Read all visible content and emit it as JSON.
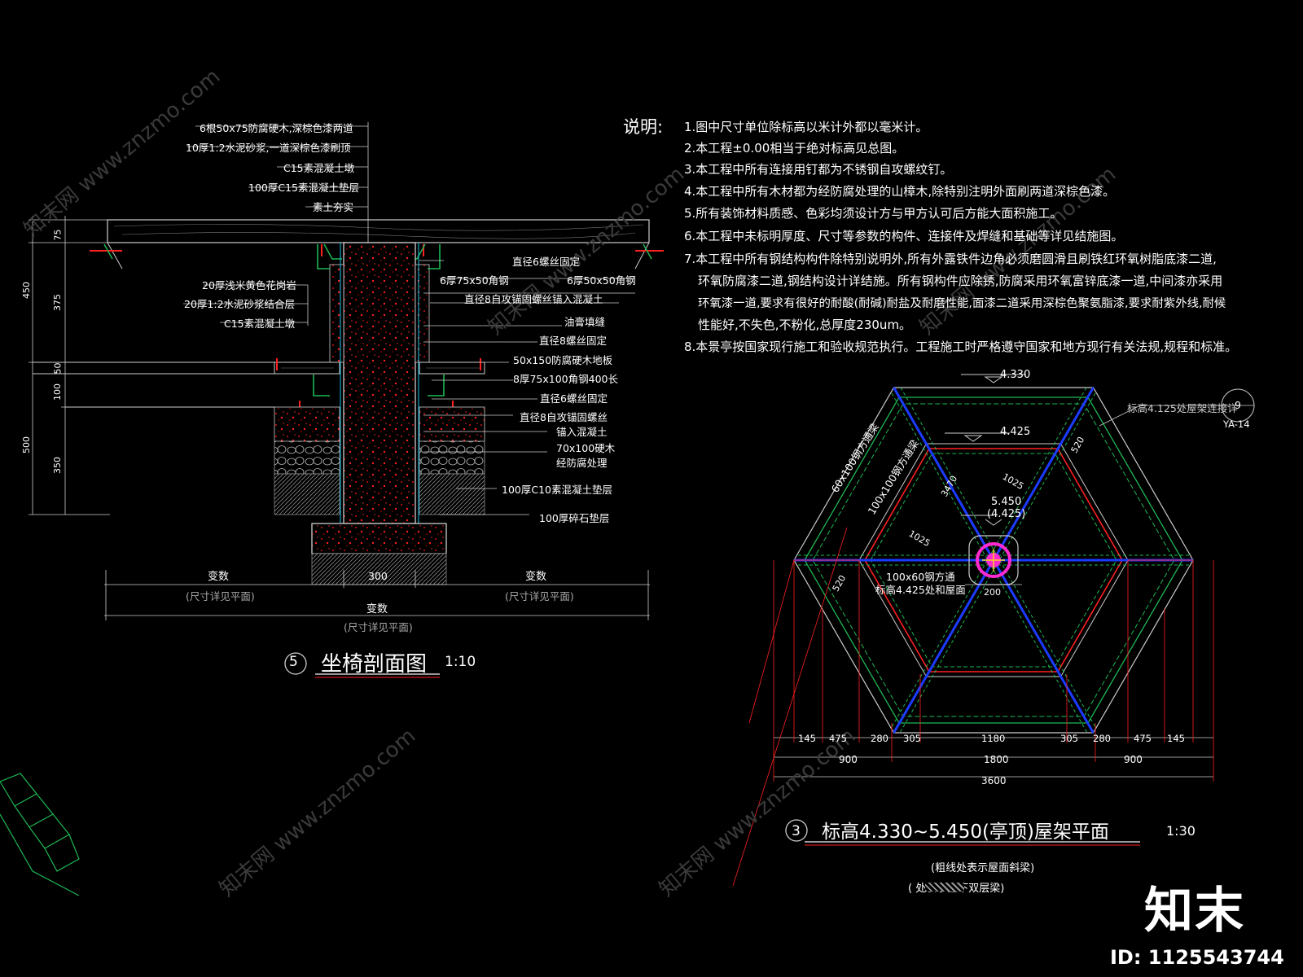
{
  "section": {
    "callouts_top": [
      "6根50x75防腐硬木,深棕色漆两道",
      "10厚1:2水泥砂浆,一道深棕色漆刷顶",
      "C15素混凝土墩",
      "100厚C15素混凝土垫层",
      "素土夯实"
    ],
    "callouts_left": [
      "20厚浅米黄色花岗岩",
      "20厚1:2水泥砂浆结合层",
      "C15素混凝土墩"
    ],
    "callouts_right": [
      "直径6螺丝固定",
      "6厚75x50角钢",
      "6厚50x50角钢",
      "直径8自攻锚固螺丝锚入混凝土",
      "油膏填缝",
      "直径8螺丝固定",
      "50x150防腐硬木地板",
      "8厚75x100角钢400长",
      "直径6螺丝固定",
      "直径8自攻锚固螺丝",
      "锚入混凝土",
      "70x100硬木",
      "经防腐处理",
      "100厚C10素混凝土垫层",
      "100厚碎石垫层"
    ],
    "dims_left": [
      "75",
      "450",
      "375",
      "50",
      "100",
      "500",
      "350"
    ],
    "dim_bottom": {
      "left": "变数",
      "left_note": "(尺寸详见平面)",
      "center": "300",
      "right": "变数",
      "right_note": "(尺寸详见平面)",
      "total": "变数",
      "total_note": "(尺寸详见平面)"
    },
    "title_num": "5",
    "title": "坐椅剖面图",
    "scale": "1:10"
  },
  "notes": {
    "heading": "说明:",
    "items": [
      "1.图中尺寸单位除标高以米计外都以毫米计。",
      "2.本工程±0.00相当于绝对标高见总图。",
      "3.本工程中所有连接用钉都为不锈钢自攻螺纹钉。",
      "4.本工程中所有木材都为经防腐处理的山樟木,除特别注明外面刷两道深棕色漆。",
      "5.所有装饰材料质感、色彩均须设计方与甲方认可后方能大面积施工。",
      "6.本工程中未标明厚度、尺寸等参数的构件、连接件及焊缝和基础等详见结施图。",
      "7.本工程中所有钢结构构件除特别说明外,所有外露铁件边角必须磨圆滑且刷铁红环氧树脂底漆二道,",
      "环氧防腐漆二道,钢结构设计详结施。所有钢构件应除锈,防腐采用环氧富锌底漆一道,中间漆亦采用",
      "环氧漆一道,要求有很好的耐酸(耐碱)耐盐及耐磨性能,面漆二道采用深棕色聚氨脂漆,要求耐紫外线,耐候",
      "性能好,不失色,不粉化,总厚度230um。",
      "8.本景亭按国家现行施工和验收规范执行。工程施工时严格遵守国家和地方现行有关法规,规程和标准。"
    ]
  },
  "plan": {
    "elev_top": "4.330",
    "elev_inner": "4.425",
    "elev_center": "5.450",
    "elev_center_sub": "(4.425)",
    "ref_note": "标高4.125处屋架连接详",
    "ref_num": "9",
    "ref_sheet": "YA-14",
    "lbl_60x100": "60x100钢方通梁",
    "lbl_100x100": "100x100钢方通梁",
    "lbl_100x60": "100x60钢方通",
    "lbl_100x60_2": "标高4.425处和屋面",
    "d_3470": "3470",
    "d_1025a": "1025",
    "d_1025b": "1025",
    "d_520a": "520",
    "d_520b": "520",
    "d_200": "200",
    "dims_row1": [
      "145",
      "475",
      "280",
      "305",
      "1180",
      "305",
      "280",
      "475",
      "145"
    ],
    "dims_row2": [
      "900",
      "1800",
      "900"
    ],
    "dims_row3": "3600",
    "title_num": "3",
    "title": "标高4.330~5.450(亭顶)屋架平面",
    "scale": "1:30",
    "sub1": "(粗线处表示屋面斜梁)",
    "sub2": "( 处表示上下双层梁)"
  },
  "brand": {
    "logo": "知末",
    "id": "ID: 1125543744"
  },
  "watermarks": [
    "知末网 www.znzmo.com"
  ]
}
